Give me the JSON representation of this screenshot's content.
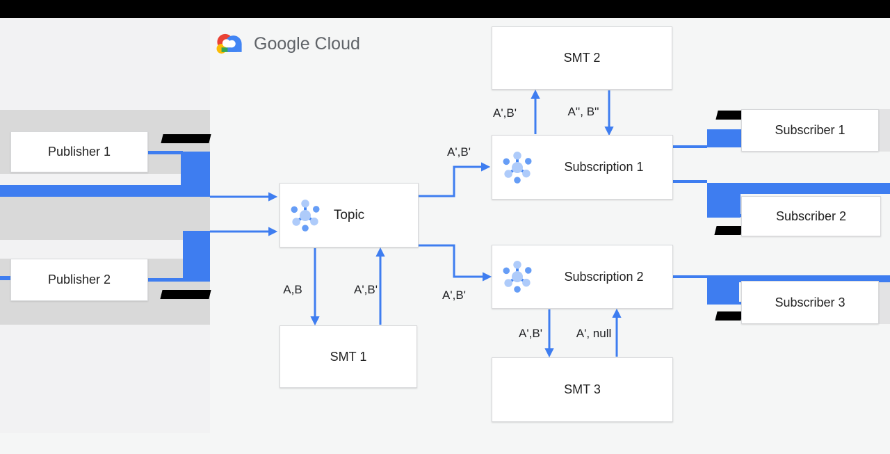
{
  "logo": {
    "text": "Google Cloud"
  },
  "nodes": {
    "publisher1": "Publisher 1",
    "publisher2": "Publisher 2",
    "topic": "Topic",
    "smt1": "SMT 1",
    "smt2": "SMT 2",
    "smt3": "SMT 3",
    "subscription1": "Subscription 1",
    "subscription2": "Subscription 2",
    "subscriber1": "Subscriber 1",
    "subscriber2": "Subscriber 2",
    "subscriber3": "Subscriber 3"
  },
  "edge_labels": {
    "topic_to_sub1": "A',B'",
    "sub1_to_smt2": "A',B'",
    "smt2_to_sub1": "A'', B''",
    "topic_to_smt1": "A,B",
    "smt1_to_topic": "A',B'",
    "topic_to_sub2": "A',B'",
    "sub2_to_smt3": "A',B'",
    "smt3_to_sub2": "A', null"
  },
  "colors": {
    "arrow_blue": "#3e7df0",
    "band_gray": "#d9d9d9",
    "icon_light_blue": "#aecbfa",
    "icon_dark_blue": "#669df6",
    "logo_text_gray": "#5f6368",
    "redaction": "#000000"
  }
}
